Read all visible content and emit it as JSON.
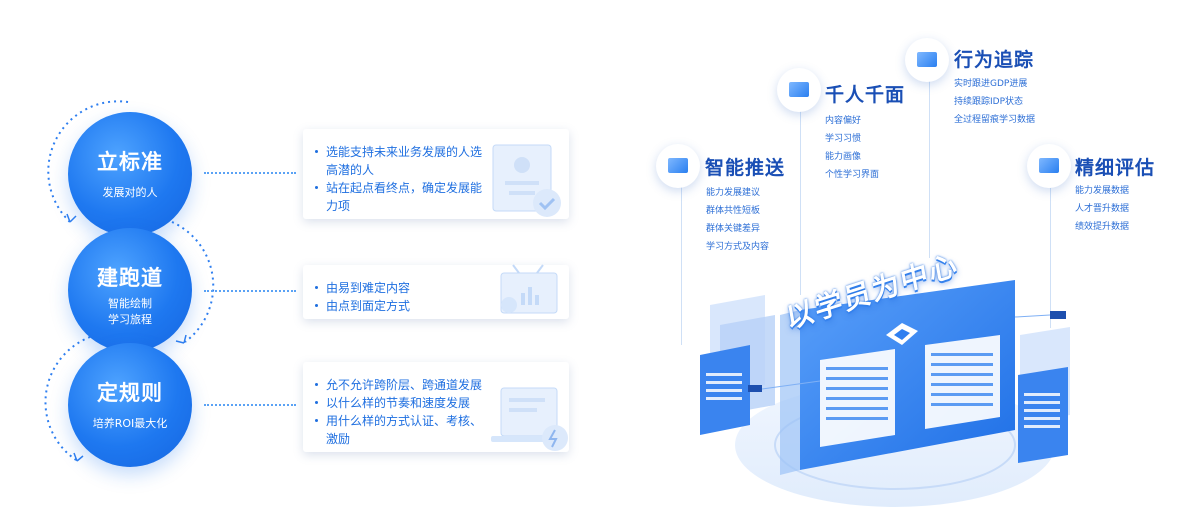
{
  "left": {
    "steps": [
      {
        "title": "立标准",
        "subtitle": "发展对的人"
      },
      {
        "title": "建跑道",
        "subtitle_lines": [
          "智能绘制",
          "学习旅程"
        ]
      },
      {
        "title": "定规则",
        "subtitle": "培养ROI最大化"
      }
    ],
    "cards": [
      {
        "bullets": [
          "选能支持未来业务发展的人选高潜的人",
          "站在起点看终点，确定发展能力项"
        ]
      },
      {
        "bullets": [
          "由易到难定内容",
          "由点到面定方式"
        ]
      },
      {
        "bullets": [
          "允不允许跨阶层、跨通道发展",
          "以什么样的节奏和速度发展",
          "用什么样的方式认证、考核、激励"
        ]
      }
    ]
  },
  "right": {
    "center_label": "以学员为中心",
    "features": [
      {
        "title": "智能推送",
        "items": [
          "能力发展建议",
          "群体共性短板",
          "群体关键差异",
          "学习方式及内容"
        ]
      },
      {
        "title": "千人千面",
        "items": [
          "内容偏好",
          "学习习惯",
          "能力画像",
          "个性学习界面"
        ]
      },
      {
        "title": "行为追踪",
        "items": [
          "实时跟进GDP进展",
          "持续跟踪IDP状态",
          "全过程留痕学习数据"
        ]
      },
      {
        "title": "精细评估",
        "items": [
          "能力发展数据",
          "人才晋升数据",
          "绩效提升数据"
        ]
      }
    ]
  },
  "colors": {
    "primary": "#1e78f0",
    "title_dark": "#1a4fb5",
    "text_blue": "#1f6fe0"
  }
}
